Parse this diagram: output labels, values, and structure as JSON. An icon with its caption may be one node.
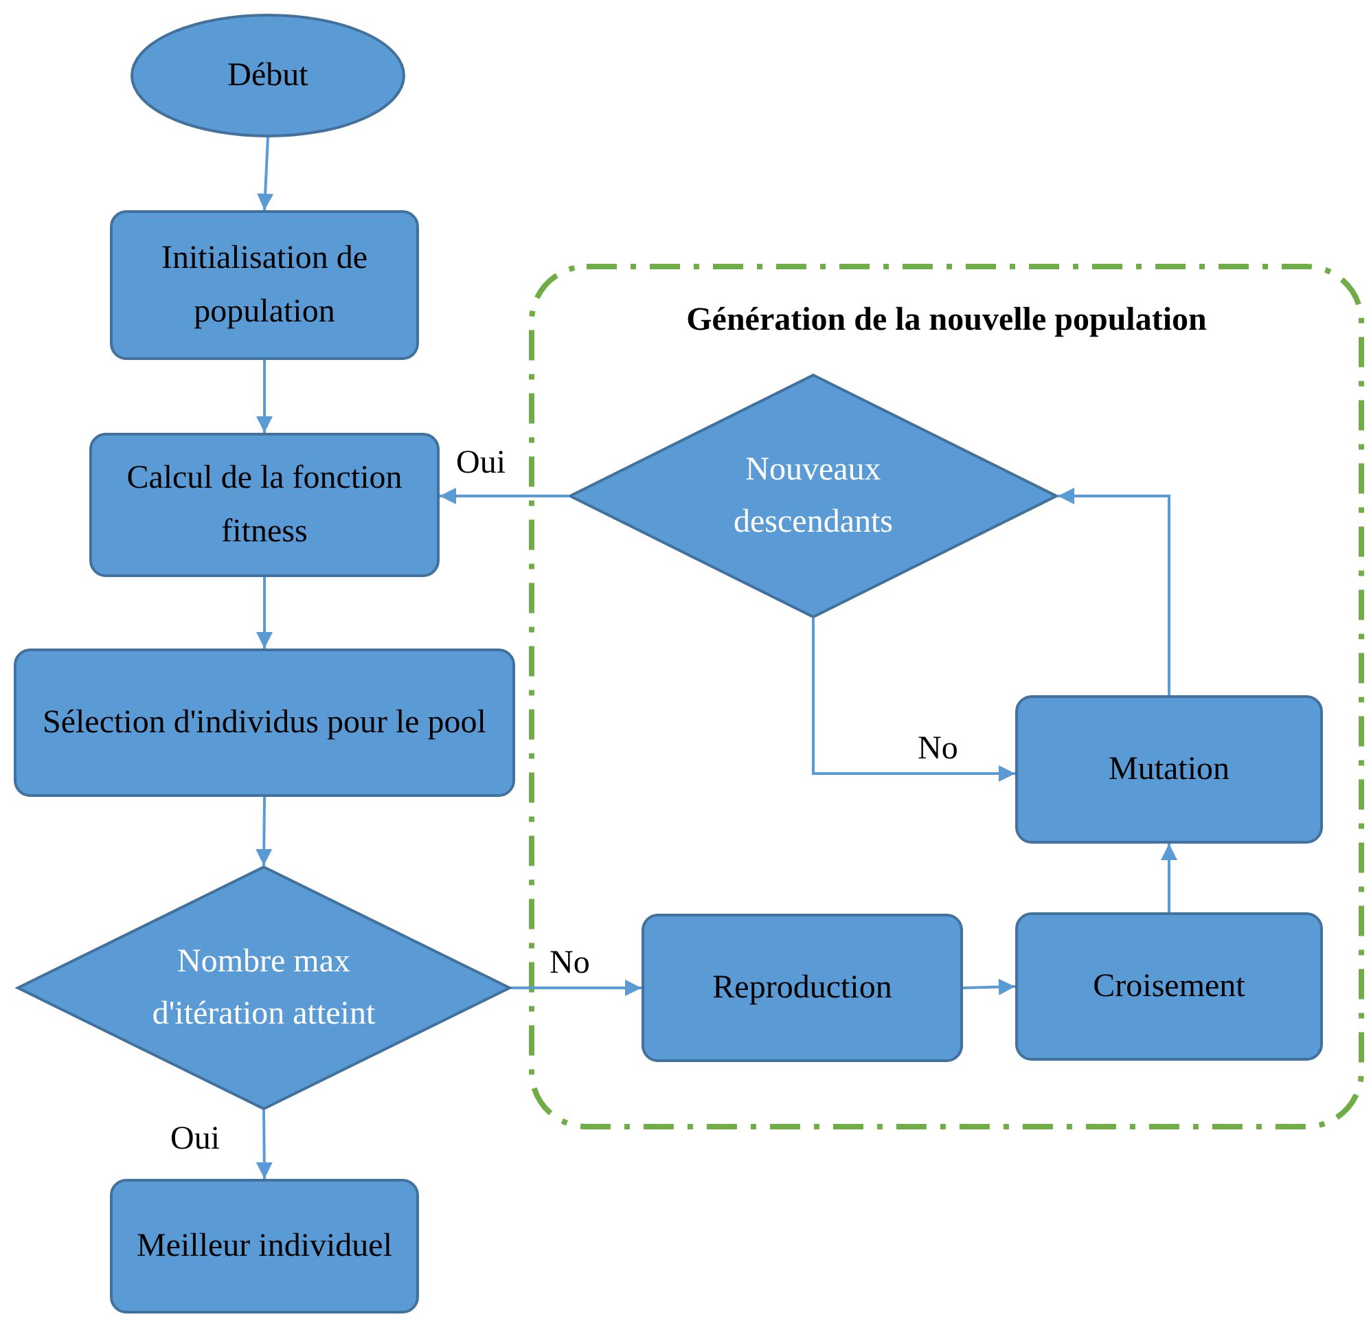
{
  "diagram": {
    "nodes": [
      {
        "text": [
          "Début"
        ]
      },
      {
        "text": [
          "Initialisation de population"
        ]
      },
      {
        "text": [
          "Calcul de la fonction fitness"
        ]
      },
      {
        "text": [
          "Sélection d'individus pour le pool"
        ]
      },
      {
        "text": [
          "Nombre max d'itération atteint"
        ]
      },
      {
        "text": [
          "Meilleur individuel"
        ]
      },
      {
        "text": [
          "Génération de la nouvelle population"
        ]
      },
      {
        "text": [
          "Nouveaux descendants"
        ],
        "in": 6
      },
      {
        "text": [
          "Mutation"
        ],
        "in": 6
      },
      {
        "text": [
          "Reproduction"
        ],
        "in": 6
      },
      {
        "text": [
          "Croisement"
        ],
        "in": 6
      }
    ],
    "edges": [
      {
        "from": 0,
        "to": 1,
        "arrow": "to"
      },
      {
        "from": 1,
        "to": 2,
        "arrow": "to"
      },
      {
        "from": 2,
        "to": 3,
        "arrow": "to"
      },
      {
        "from": 3,
        "to": 4,
        "arrow": "to"
      },
      {
        "from": 4,
        "to": 5,
        "arrow": "to",
        "label": "Oui"
      },
      {
        "from": 4,
        "to": 9,
        "arrow": "to",
        "label": "No"
      },
      {
        "from": 9,
        "to": 10,
        "arrow": "to"
      },
      {
        "from": 10,
        "to": 8,
        "arrow": "to"
      },
      {
        "from": 8,
        "to": 7,
        "arrow": "to"
      },
      {
        "from": 7,
        "to": 2,
        "arrow": "to",
        "label": "Oui"
      },
      {
        "from": 7,
        "to": 8,
        "arrow": "to",
        "label": "No"
      }
    ]
  }
}
